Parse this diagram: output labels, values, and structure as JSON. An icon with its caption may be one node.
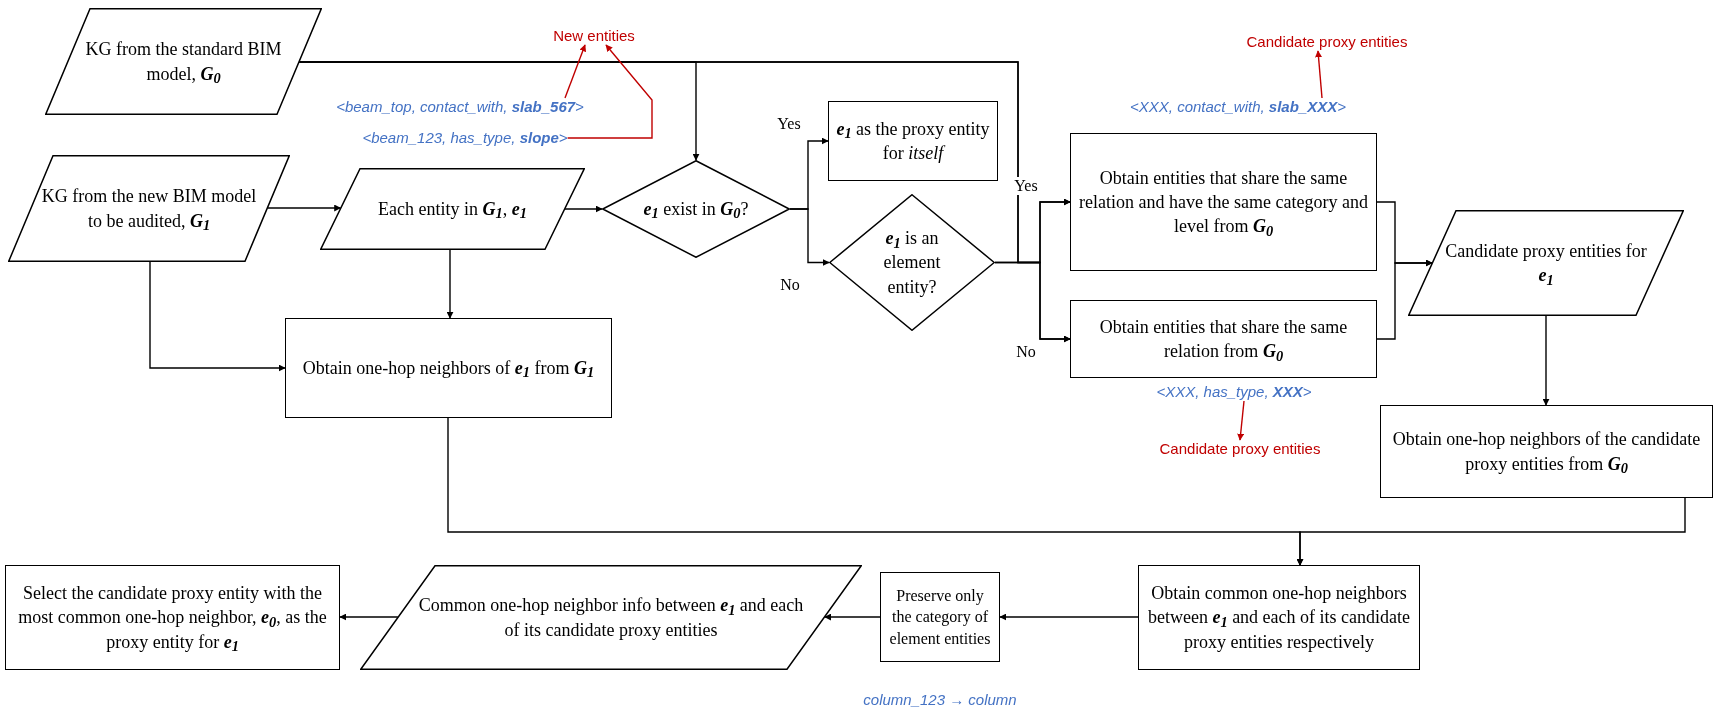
{
  "diagram": {
    "nodes": [
      {
        "text": [
          "KG from the standard BIM model, **G**$_{0}$"
        ]
      },
      {
        "text": [
          "KG from the new BIM model to be audited, **G**$_{1}$"
        ]
      },
      {
        "text": [
          "Each entity in **G**$_{1}$, **e**$_{1}$"
        ]
      },
      {
        "text": [
          "**e**$_{1}$ exist in **G**$_{0}$?"
        ]
      },
      {
        "text": [
          "**e**$_{1}$ as the proxy entity for *itself*"
        ]
      },
      {
        "text": [
          "**e**$_{1}$ is an element entity?"
        ]
      },
      {
        "text": [
          "Obtain entities that share the same relation and have the same category and level from **G**$_{0}$"
        ]
      },
      {
        "text": [
          "Obtain entities that share the same relation from **G**$_{0}$"
        ]
      },
      {
        "text": [
          "Candidate proxy entities for **e**$_{1}$"
        ]
      },
      {
        "text": [
          "Obtain one-hop neighbors of the candidate proxy entities from **G**$_{0}$"
        ]
      },
      {
        "text": [
          "Obtain one-hop neighbors of **e**$_{1}$ from **G**$_{1}$"
        ]
      },
      {
        "text": [
          "Obtain common one-hop neighbors between **e**$_{1}$ and each of its candidate proxy entities respectively"
        ]
      },
      {
        "text": [
          "Preserve only the category of element entities"
        ]
      },
      {
        "text": [
          "Common one-hop neighbor info between **e**$_{1}$ and each of its candidate proxy entities"
        ]
      },
      {
        "text": [
          "Select the candidate proxy entity with the most common one-hop neighbor, **e**$_{0}$, as the proxy entity for **e**$_{1}$"
        ]
      },
      {
        "text": [
          "New entities"
        ]
      },
      {
        "text": [
          "<beam_top, contact_with, **slab_567**>"
        ]
      },
      {
        "text": [
          "<beam_123, has_type, **slope**>"
        ]
      },
      {
        "text": [
          "Candidate proxy entities"
        ]
      },
      {
        "text": [
          "<XXX, contact_with, **slab_XXX**>"
        ]
      },
      {
        "text": [
          "<XXX, has_type, **XXX**>"
        ]
      },
      {
        "text": [
          "Candidate proxy entities"
        ]
      }
    ],
    "edges": [
      {
        "from": 0,
        "to": 3,
        "arrow": "to"
      },
      {
        "from": 0,
        "to": 6,
        "arrow": "to"
      },
      {
        "from": 0,
        "to": 7,
        "arrow": "to"
      },
      {
        "from": 1,
        "to": 2,
        "arrow": "to"
      },
      {
        "from": 1,
        "to": 10,
        "arrow": "to"
      },
      {
        "from": 2,
        "to": 10,
        "arrow": "to"
      },
      {
        "from": 2,
        "to": 3,
        "arrow": "to"
      },
      {
        "from": 3,
        "to": 4,
        "arrow": "to",
        "label": "Yes"
      },
      {
        "from": 3,
        "to": 5,
        "arrow": "to",
        "label": "No"
      },
      {
        "from": 5,
        "to": 6,
        "arrow": "to",
        "label": "Yes"
      },
      {
        "from": 5,
        "to": 7,
        "arrow": "to",
        "label": "No"
      },
      {
        "from": 6,
        "to": 8,
        "arrow": "to"
      },
      {
        "from": 7,
        "to": 8,
        "arrow": "to"
      },
      {
        "from": 8,
        "to": 9,
        "arrow": "to"
      },
      {
        "from": 10,
        "to": 11,
        "arrow": "to"
      },
      {
        "from": 9,
        "to": 11,
        "arrow": "to"
      },
      {
        "from": 11,
        "to": 12,
        "arrow": "to"
      },
      {
        "from": 12,
        "to": 13,
        "arrow": "to"
      },
      {
        "from": 13,
        "to": 14,
        "arrow": "to"
      },
      {
        "from": 16,
        "to": 15,
        "arrow": "to",
        "color": "#c00000"
      },
      {
        "from": 17,
        "to": 15,
        "arrow": "to",
        "color": "#c00000"
      },
      {
        "from": 19,
        "to": 18,
        "arrow": "to",
        "color": "#c00000"
      },
      {
        "from": 20,
        "to": 21,
        "arrow": "to",
        "color": "#c00000"
      }
    ],
    "labels": [
      "column_123 → column"
    ]
  }
}
